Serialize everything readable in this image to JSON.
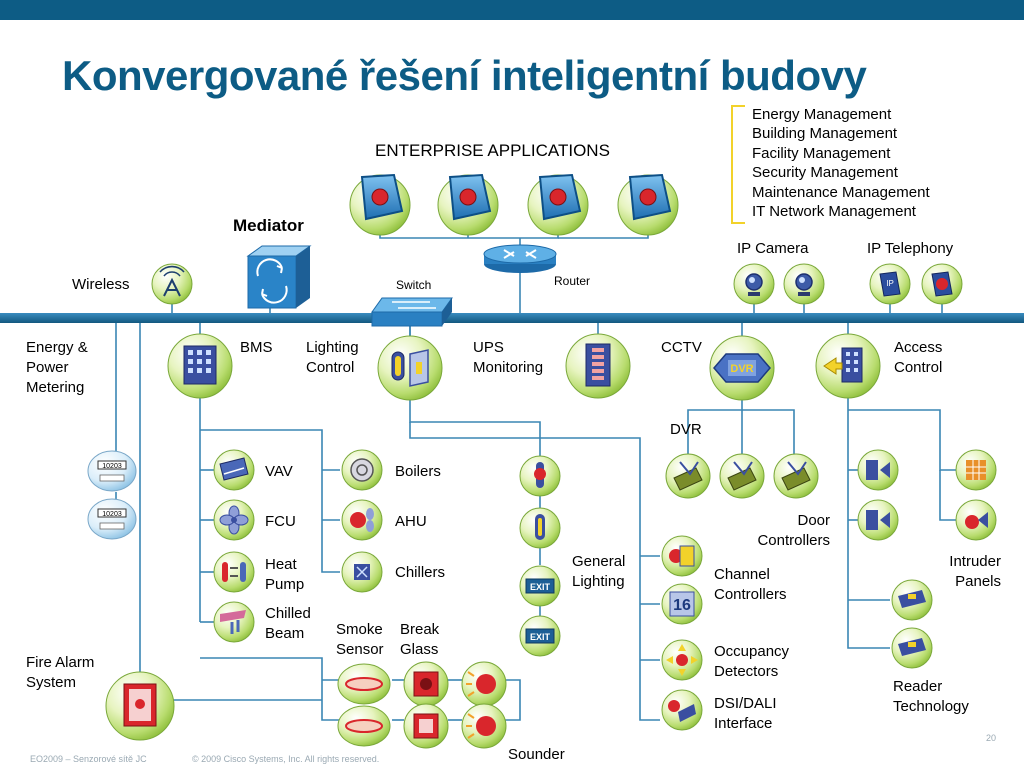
{
  "title": "Konvergované řešení inteligentní budovy",
  "enterprise_applications": "ENTERPRISE APPLICATIONS",
  "applications_list": [
    "Energy Management",
    "Building Management",
    "Facility Management",
    "Security Management",
    "Maintenance Management",
    "IT Network Management"
  ],
  "labels": {
    "mediator": "Mediator",
    "wireless": "Wireless",
    "switch": "Switch",
    "router": "Router",
    "ip_camera": "IP Camera",
    "ip_telephony": "IP Telephony",
    "energy_power_1": "Energy &",
    "energy_power_2": "Power",
    "energy_power_3": "Metering",
    "bms": "BMS",
    "lighting_1": "Lighting",
    "lighting_2": "Control",
    "ups_1": "UPS",
    "ups_2": "Monitoring",
    "cctv": "CCTV",
    "access_1": "Access",
    "access_2": "Control",
    "dvr": "DVR",
    "vav": "VAV",
    "fcu": "FCU",
    "heat_pump_1": "Heat",
    "heat_pump_2": "Pump",
    "chilled_beam_1": "Chilled",
    "chilled_beam_2": "Beam",
    "boilers": "Boilers",
    "ahu": "AHU",
    "chillers": "Chillers",
    "smoke_1": "Smoke",
    "smoke_2": "Sensor",
    "break_1": "Break",
    "break_2": "Glass",
    "general_1": "General",
    "general_2": "Lighting",
    "channel_1": "Channel",
    "channel_2": "Controllers",
    "occupancy_1": "Occupancy",
    "occupancy_2": "Detectors",
    "dsi_1": "DSI/DALI",
    "dsi_2": "Interface",
    "door_1": "Door",
    "door_2": "Controllers",
    "intruder_1": "Intruder",
    "intruder_2": "Panels",
    "reader_1": "Reader",
    "reader_2": "Technology",
    "fire_1": "Fire Alarm",
    "fire_2": "System",
    "sounder": "Sounder",
    "meter_value": "10203",
    "dvr_badge": "DVR",
    "ip_badge": "IP",
    "exit": "EXIT",
    "channel_16": "16"
  },
  "footer": {
    "left": "EO2009 – Senzorové sítě JC",
    "center": "© 2009 Cisco Systems, Inc. All rights reserved.",
    "page": "20"
  },
  "colors": {
    "brand": "#0d5c85",
    "bus": "#1a6f9a",
    "line": "#3a86b4",
    "icon_blue": "#2b7fc3",
    "icon_green": "#c6e58a",
    "accent_yellow": "#f2d22a",
    "alarm_red": "#d9262c"
  }
}
